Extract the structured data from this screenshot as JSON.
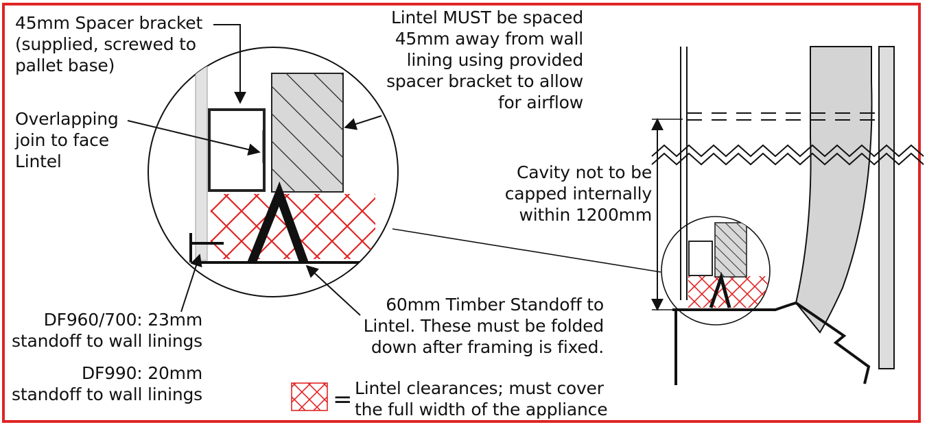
{
  "labels": {
    "spacer_bracket": "45mm Spacer bracket\n(supplied, screwed to\npallet base)",
    "overlapping_join": "Overlapping\njoin to face\nLintel",
    "lintel_spacing": "Lintel MUST be spaced\n45mm away from wall\nlining using provided\nspacer bracket to allow\nfor airflow",
    "cavity": "Cavity not to be\ncapped internally\nwithin 1200mm",
    "standoff_df960": "DF960/700: 23mm\nstandoff to wall linings",
    "standoff_df990": "DF990: 20mm\nstandoff to wall linings",
    "timber_standoff": "60mm Timber Standoff to\nLintel. These must be folded\ndown after framing is fixed.",
    "legend_equals": "=",
    "legend_text": "Lintel clearances; must cover\nthe full width of the appliance"
  },
  "colors": {
    "frame": "#e02424",
    "clearance_hatch": "#e02424",
    "lintel_fill": "#d6d6d6",
    "line": "#111111",
    "lining_fill": "#cfcfcf"
  }
}
